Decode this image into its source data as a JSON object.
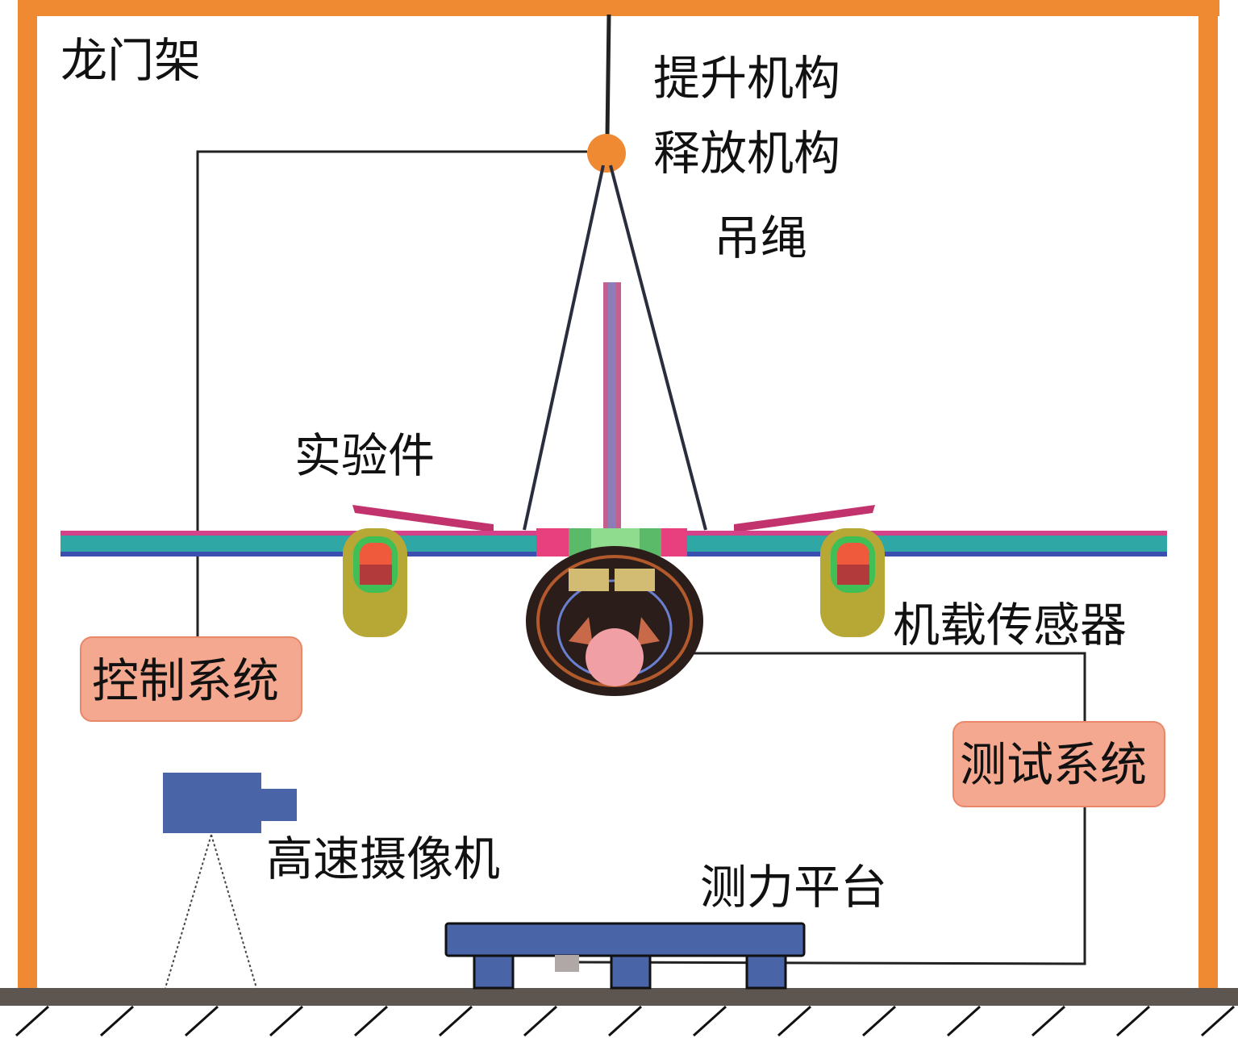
{
  "labels": {
    "gantry": "龙门架",
    "lift_mechanism": "提升机构",
    "release_mechanism": "释放机构",
    "sling": "吊绳",
    "test_article": "实验件",
    "onboard_sensor": "机载传感器",
    "control_system": "控制系统",
    "test_system": "测试系统",
    "high_speed_camera": "高速摄像机",
    "force_platform": "测力平台"
  },
  "colors": {
    "frame": "#f08a32",
    "system_box": "#f4a88f",
    "system_box_border": "#e8876a",
    "equipment_blue": "#4a64a8",
    "ground": "#5c5550"
  }
}
